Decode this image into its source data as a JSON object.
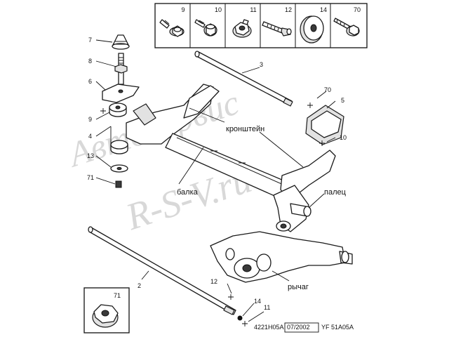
{
  "watermark": {
    "line1": "Автосервис",
    "line2": "R-S-V.ru"
  },
  "legend_boxes": [
    {
      "number": "9",
      "icon": "flanged-bolt-icon"
    },
    {
      "number": "10",
      "icon": "collar-bolt-icon"
    },
    {
      "number": "11",
      "icon": "flanged-nut-icon"
    },
    {
      "number": "12",
      "icon": "long-bolt-icon"
    },
    {
      "number": "14",
      "icon": "washer-icon"
    },
    {
      "number": "70",
      "icon": "hex-flange-bolt-icon"
    }
  ],
  "detail_box": {
    "number": "71",
    "icon": "lock-nut-icon"
  },
  "labels": {
    "bracket": "кронштейн",
    "beam": "балка",
    "pin": "палец",
    "arm": "рычаг"
  },
  "callouts": {
    "c7": "7",
    "c8": "8",
    "c6": "6",
    "c9": "9",
    "c4": "4",
    "c13": "13",
    "c71": "71",
    "c3": "3",
    "c70": "70",
    "c5": "5",
    "c10": "10",
    "c2": "2",
    "c12": "12",
    "c14": "14",
    "c11": "11"
  },
  "footer": {
    "code": "4221H05A",
    "date": "07/2002",
    "ref": "YF 51A05A"
  }
}
